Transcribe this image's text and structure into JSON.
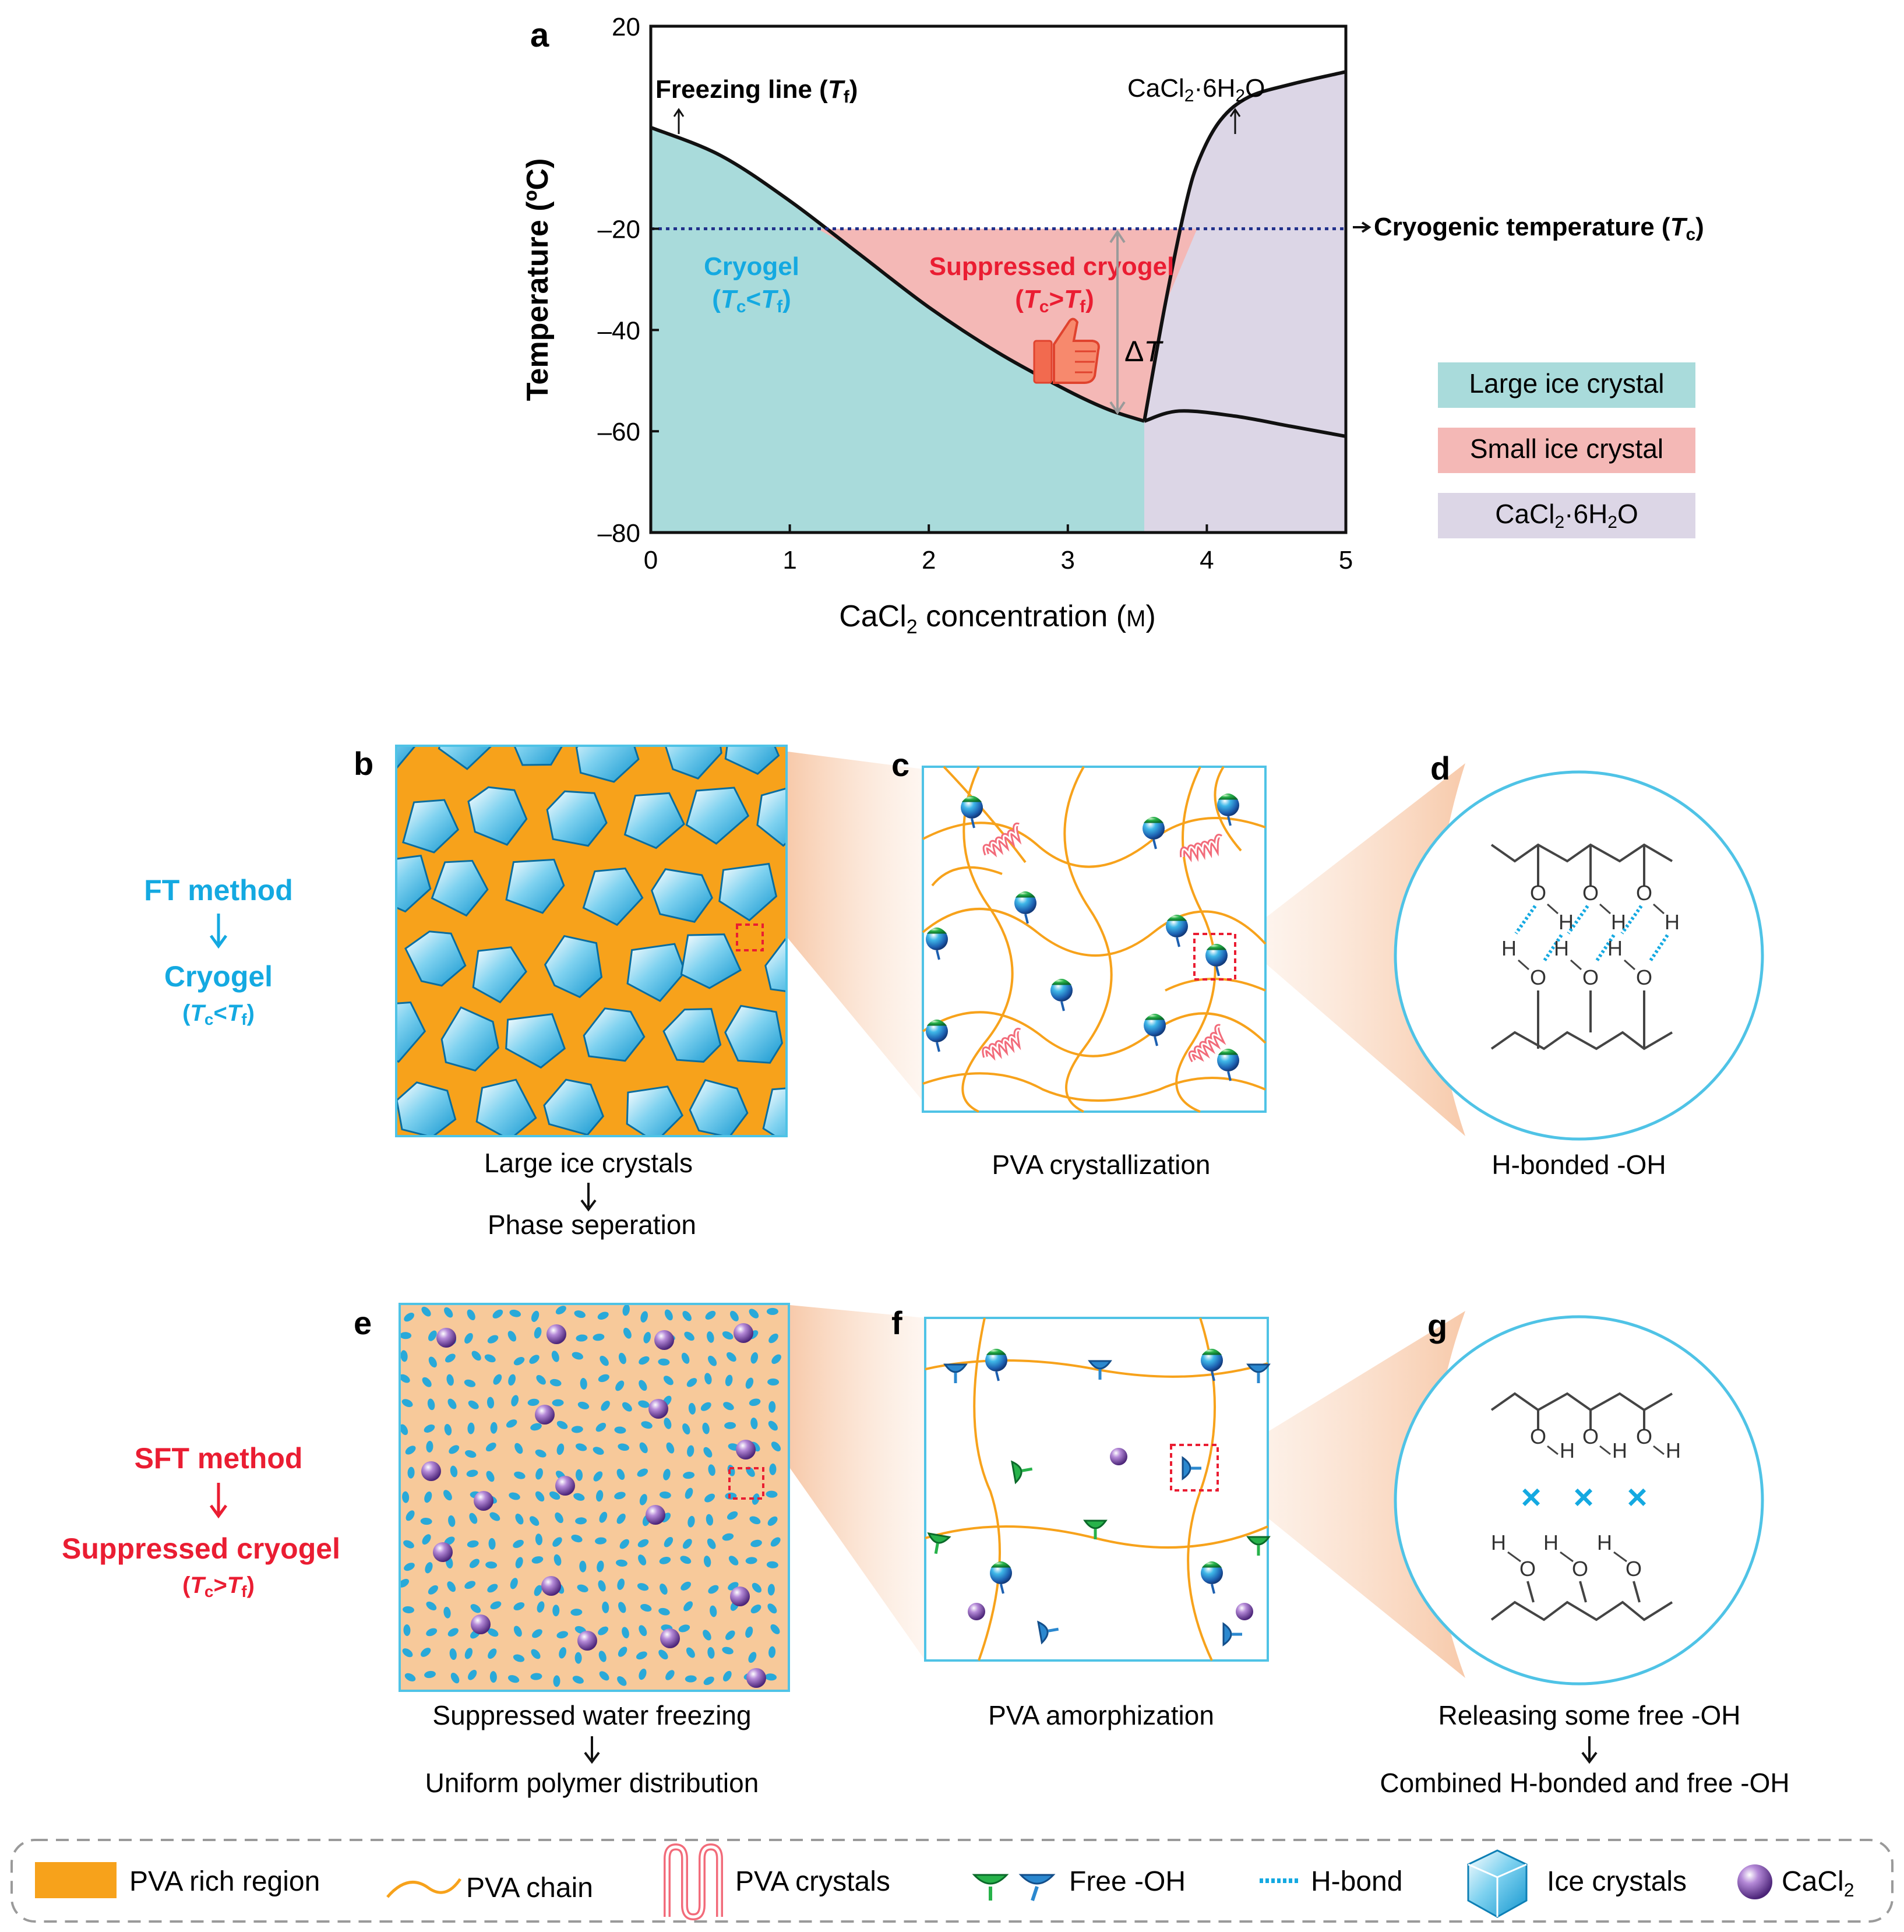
{
  "colors": {
    "cryogel_blue": "#a9dbdb",
    "suppressed_pink": "#f4b8b6",
    "hexahydrate_lavender": "#dcd6e6",
    "cyan_text": "#14a9e1",
    "red_text": "#ea1d32",
    "pva_orange": "#f7a21b",
    "pva_rich": "#f7c99a",
    "ice_blue": "#29a9d9",
    "cacl2_purple": "#7a4aa0"
  },
  "panel_a": {
    "label": "a",
    "ylabel": "Temperature (ºC)",
    "xlabel_prefix": "CaCl",
    "xlabel_sub": "2",
    "xlabel_suffix": "  concentration (",
    "xlabel_unit": "M",
    "xlabel_close": ")",
    "freezing_line": {
      "text": "Freezing line (",
      "var": "T",
      "sub": "f",
      "close": ")"
    },
    "hexahydrate_top": {
      "pre": "CaCl",
      "sub1": "2",
      "mid": "·6H",
      "sub2": "2",
      "post": "O"
    },
    "cryogenic_temp": {
      "text": "Cryogenic temperature (",
      "var": "T",
      "sub": "c",
      "close": ")"
    },
    "region_cryogel": {
      "title": "Cryogel",
      "cond_open": "(",
      "cond_t1": "T",
      "cond_s1": "c",
      "cond_rel": "<",
      "cond_t2": "T",
      "cond_s2": "f",
      "cond_close": ")"
    },
    "region_suppressed": {
      "title": "Suppressed cryogel",
      "cond_open": "(",
      "cond_t1": "T",
      "cond_s1": "c",
      "cond_rel": ">",
      "cond_t2": "T",
      "cond_s2": "f",
      "cond_close": ")"
    },
    "delta_t": {
      "pre": "Δ",
      "var": "T"
    },
    "legend": [
      {
        "label": "Large ice crystal",
        "color": "#a9dbdb"
      },
      {
        "label": "Small ice crystal",
        "color": "#f4b8b6"
      },
      {
        "pre": "CaCl",
        "sub1": "2",
        "mid": "·6H",
        "sub2": "2",
        "post": "O",
        "color": "#dcd6e6"
      }
    ]
  },
  "chart_data": {
    "type": "area",
    "xlabel": "CaCl2 concentration (M)",
    "ylabel": "Temperature (ºC)",
    "xlim": [
      0,
      5
    ],
    "ylim": [
      -80,
      20
    ],
    "xticks": [
      "0",
      "1",
      "2",
      "3",
      "4",
      "5"
    ],
    "yticks": [
      "20",
      "–20",
      "–40",
      "–60",
      "–80"
    ],
    "ytick_values": [
      20,
      -20,
      -40,
      -60,
      -80
    ],
    "series": [
      {
        "name": "Freezing line (Tf)",
        "x": [
          0,
          0.5,
          1.0,
          1.5,
          2.0,
          2.5,
          3.0,
          3.3,
          3.55
        ],
        "y": [
          0,
          -5.5,
          -14.5,
          -25,
          -35.5,
          -44.5,
          -52,
          -55.8,
          -58
        ]
      },
      {
        "name": "CaCl2·6H2O",
        "x": [
          3.55,
          3.7,
          3.85,
          3.95,
          4.1,
          4.3,
          4.6,
          5.0
        ],
        "y": [
          -58,
          -35,
          -15,
          -6,
          1.5,
          6,
          8.5,
          11
        ]
      },
      {
        "name": "Lower boundary",
        "x": [
          3.55,
          3.8,
          4.2,
          4.6,
          5.0
        ],
        "y": [
          -58,
          -56,
          -57,
          -59,
          -61
        ]
      },
      {
        "name": "Cryogenic temperature (Tc)",
        "x": [
          0,
          5
        ],
        "y": [
          -20,
          -20
        ]
      }
    ],
    "grid": false,
    "legend_position": "right"
  },
  "panels": {
    "b": {
      "label": "b",
      "cap1": "Large ice crystals",
      "cap2": "Phase seperation"
    },
    "c": {
      "label": "c",
      "cap1": "PVA crystallization"
    },
    "d": {
      "label": "d",
      "cap1": "H-bonded -OH",
      "o": "O",
      "h": "H"
    },
    "e": {
      "label": "e",
      "cap1": "Suppressed water freezing",
      "cap2": "Uniform polymer distribution"
    },
    "f": {
      "label": "f",
      "cap1": "PVA amorphization"
    },
    "g": {
      "label": "g",
      "cap1": "Releasing some free -OH",
      "cap2": "Combined H-bonded and free -OH",
      "x_mark": "×",
      "o": "O",
      "h": "H"
    }
  },
  "side_labels": {
    "ft_method": "FT method",
    "cryogel": "Cryogel",
    "sft_method": "SFT method",
    "suppressed_cryogel": "Suppressed cryogel",
    "cond_open": "(",
    "t": "T",
    "c": "c",
    "f": "f",
    "lt": "<",
    "gt": ">",
    "cond_close": ")"
  },
  "bottom_legend": [
    {
      "label": "PVA rich region",
      "icon": "orange-square"
    },
    {
      "label": "PVA chain",
      "icon": "wavy-line"
    },
    {
      "label": "PVA crystals",
      "icon": "folded-chain"
    },
    {
      "label": "Free -OH",
      "icon": "free-oh-cups"
    },
    {
      "label": "H-bond",
      "icon": "dotted-line"
    },
    {
      "label": "Ice crystals",
      "icon": "hexagonal-prism"
    },
    {
      "pre": "CaCl",
      "sub": "2",
      "icon": "purple-sphere"
    }
  ]
}
